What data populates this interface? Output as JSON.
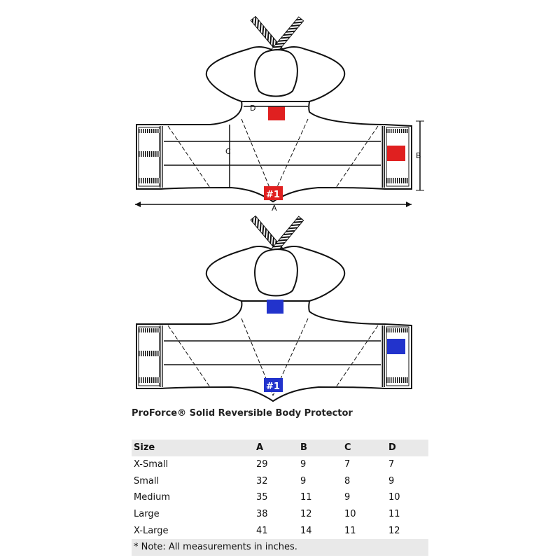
{
  "diagram": {
    "dimension_labels": {
      "a": "A",
      "b": "B",
      "c": "C",
      "d": "D"
    },
    "badge_number": "#1",
    "colors": {
      "red_side": "#e02020",
      "blue_side": "#2233cc",
      "outline": "#111111"
    }
  },
  "product_title": "ProForce® Solid Reversible Body Protector",
  "size_table": {
    "headers": [
      "Size",
      "A",
      "B",
      "C",
      "D"
    ],
    "rows": [
      [
        "X-Small",
        "29",
        "9",
        "7",
        "7"
      ],
      [
        "Small",
        "32",
        "9",
        "8",
        "9"
      ],
      [
        "Medium",
        "35",
        "11",
        "9",
        "10"
      ],
      [
        "Large",
        "38",
        "12",
        "10",
        "11"
      ],
      [
        "X-Large",
        "41",
        "14",
        "11",
        "12"
      ]
    ],
    "note": "* Note: All measurements in inches."
  }
}
